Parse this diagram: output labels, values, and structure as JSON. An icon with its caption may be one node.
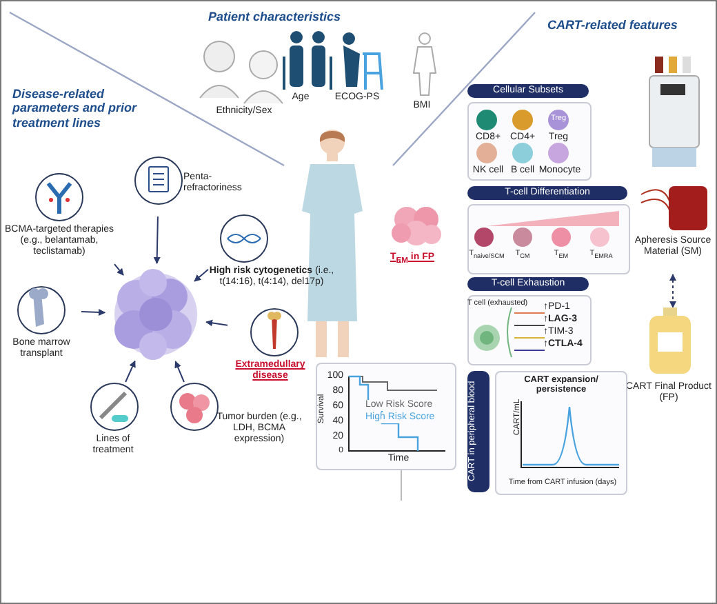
{
  "diagram": {
    "nodes": [
      {
        "text": [],
        "shape": "picture"
      },
      {
        "text": [
          "Penta-refractoriness"
        ]
      },
      {
        "text": [
          "BCMA-targeted therapies (e.g., belantamab, teclistamab)"
        ]
      },
      {
        "text": [
          "**High risk cytogenetics** (i.e., t(14:16), t(4:14), del17p)"
        ]
      },
      {
        "text": [
          "Bone marrow transplant"
        ]
      },
      {
        "text": [
          "Extramedullary disease"
        ]
      },
      {
        "text": [
          "Lines of treatment"
        ]
      },
      {
        "text": [
          "Tumor burden (e.g., LDH, BCMA expression)"
        ]
      },
      {
        "text": [
          "Apheresis Source Material (SM)"
        ]
      },
      {
        "text": [
          "CART Final Product (FP)"
        ]
      },
      {
        "text": [
          "Cellular Subsets"
        ]
      },
      {
        "text": [
          "T-cell Differentiation"
        ]
      },
      {
        "text": [
          "T-cell Exhaustion"
        ]
      },
      {
        "text": [
          "CART in peripheral blood",
          "CART expansion/ persistence"
        ]
      }
    ],
    "edges": [
      {
        "from": 1,
        "to": 0,
        "arrow": "to"
      },
      {
        "from": 2,
        "to": 0,
        "arrow": "to"
      },
      {
        "from": 3,
        "to": 0,
        "arrow": "to"
      },
      {
        "from": 4,
        "to": 0,
        "arrow": "to"
      },
      {
        "from": 5,
        "to": 0,
        "arrow": "to"
      },
      {
        "from": 6,
        "to": 0,
        "arrow": "to"
      },
      {
        "from": 7,
        "to": 0,
        "arrow": "to"
      },
      {
        "from": 8,
        "to": 9,
        "arrow": "both",
        "style": "dashed"
      }
    ],
    "labels": [
      "Patient characteristics",
      "Disease-related parameters and prior treatment lines",
      "CART-related features",
      "Ethnicity/Sex",
      "Age",
      "ECOG-PS",
      "BMI",
      "T$_{EM}$ in FP",
      "100",
      "80",
      "60",
      "40",
      "20",
      "0",
      "Survival",
      "Time",
      "Treg",
      "CD8+",
      "CD4+",
      "Treg",
      "NK cell",
      "B cell",
      "Monocyte",
      "T$_{naive/SCM}$",
      "T$_{CM}$",
      "T$_{EM}$",
      "T$_{EMRA}$",
      "T cell (exhausted)",
      "↑PD-1",
      "↑LAG-3",
      "↑TIM-3",
      "↑CTLA-4",
      "CART/mL",
      "Time from CART infusion (days)"
    ],
    "legend": [
      {
        "text": "Low Risk Score"
      },
      {
        "text": "High Risk Score"
      }
    ]
  }
}
